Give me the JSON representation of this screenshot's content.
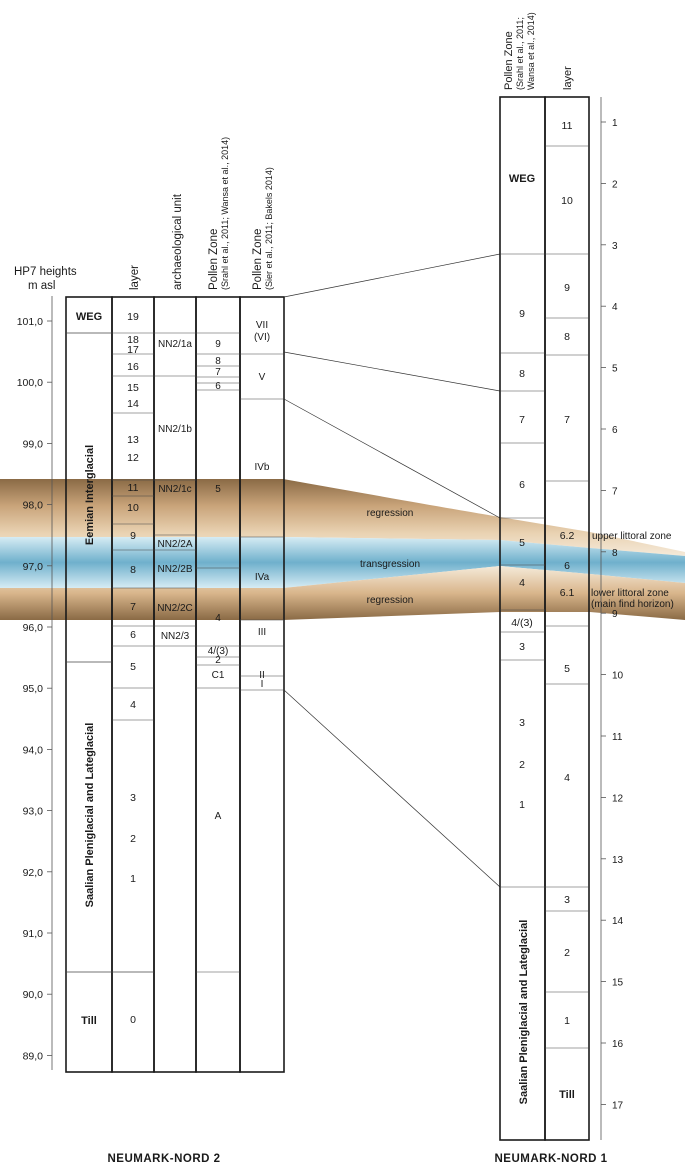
{
  "colors": {
    "regression_top": "#8a6a45",
    "regression_mid": "#e6c9a0",
    "regression_light": "#f3e6d2",
    "transgression_dark": "#4e95b6",
    "transgression_mid": "#a7d3e6",
    "transgression_light": "#d6ecf4",
    "line": "#1a1a1a",
    "thin_line": "#555555"
  },
  "axis": {
    "title_line1": "HP7 heights",
    "title_line2": "m  asl",
    "ticks": [
      {
        "label": "101,0",
        "value": 101
      },
      {
        "label": "100,0",
        "value": 100
      },
      {
        "label": "99,0",
        "value": 99
      },
      {
        "label": "98,0",
        "value": 98
      },
      {
        "label": "97,0",
        "value": 97
      },
      {
        "label": "96,0",
        "value": 96
      },
      {
        "label": "95,0",
        "value": 95
      },
      {
        "label": "94,0",
        "value": 94
      },
      {
        "label": "93,0",
        "value": 93
      },
      {
        "label": "92,0",
        "value": 92
      },
      {
        "label": "91,0",
        "value": 91
      },
      {
        "label": "90,0",
        "value": 90
      },
      {
        "label": "89,0",
        "value": 89
      }
    ]
  },
  "nn2": {
    "caption": "NEUMARK-NORD 2",
    "headers": {
      "layer": "layer",
      "arch": "archaeological unit",
      "pollen1": "Pollen Zone",
      "pollen1_sub": "(Srahl et al., 2011; Wansa et al., 2014)",
      "pollen2": "Pollen Zone",
      "pollen2_sub": "(Sier et al., 2011; Bakels 2014)"
    },
    "periods": [
      {
        "label": "WEG",
        "top": 101.4,
        "bottom": 100.8
      },
      {
        "label": "Eemian Interglacial",
        "top": 100.8,
        "bottom": 95.45
      },
      {
        "label": "Saalian Pleniglacial and Lateglacial",
        "top": 95.45,
        "bottom": 90.4
      },
      {
        "label": "Till",
        "top": 90.4,
        "bottom": 88.8
      }
    ],
    "layers": [
      "19",
      "18",
      "17",
      "16",
      "15",
      "14",
      "13",
      "12",
      "11",
      "10",
      "9",
      "8",
      "7",
      "6",
      "5",
      "4",
      "3",
      "2",
      "1",
      "0"
    ],
    "arch_units": [
      "NN2/1a",
      "NN2/1b",
      "NN2/1c",
      "NN2/2A",
      "NN2/2B",
      "NN2/2C",
      "NN2/3"
    ],
    "pollen1": [
      "9",
      "8",
      "7",
      "6",
      "5",
      "4",
      "4/(3)",
      "2",
      "C1",
      "A"
    ],
    "pollen2": [
      "VII",
      "(VI)",
      "V",
      "IVb",
      "IVa",
      "III",
      "II",
      "I"
    ]
  },
  "bands": {
    "regression_upper": "regression",
    "transgression": "transgression",
    "regression_lower": "regression",
    "upper_littoral": "upper littoral zone",
    "lower_littoral": "lower littoral zone",
    "main_find": "(main find horizon)"
  },
  "nn1": {
    "caption": "NEUMARK-NORD 1",
    "headers": {
      "pollen": "Pollen Zone",
      "pollen_sub1": "(Srahl et al., 2011;",
      "pollen_sub2": "Wansa et al., 2014)",
      "layer": "layer"
    },
    "pollen": [
      "WEG",
      "9",
      "8",
      "7",
      "6",
      "5",
      "4",
      "4/(3)",
      "3",
      "3",
      "2",
      "1"
    ],
    "period": "Saalian Pleniglacial and Lateglacial",
    "layers": [
      "11",
      "10",
      "9",
      "8",
      "7",
      "6.2",
      "6",
      "6.1",
      "5",
      "4",
      "3",
      "2",
      "1",
      "Till"
    ],
    "scale": [
      "1",
      "2",
      "3",
      "4",
      "5",
      "6",
      "7",
      "8",
      "9",
      "10",
      "11",
      "12",
      "13",
      "14",
      "15",
      "16",
      "17"
    ]
  }
}
